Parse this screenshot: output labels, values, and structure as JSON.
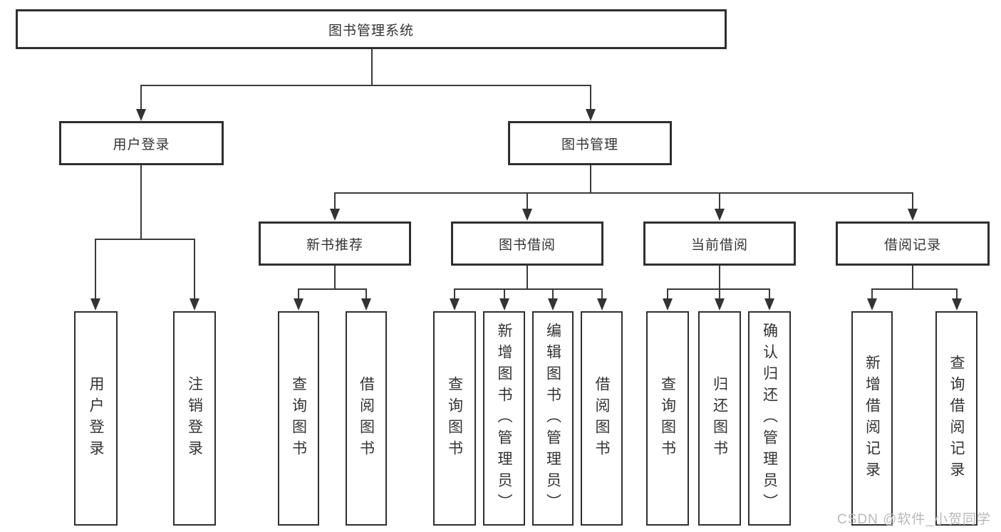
{
  "diagram": {
    "watermark": "CSDN @软件_小贺同学",
    "colors": {
      "line": "#3a3a3a",
      "box_border": "#2f2f2f",
      "box_fill": "#ffffff",
      "text": "#333333",
      "watermark": "#b9b9b9",
      "background": "#ffffff"
    },
    "nodes": {
      "root": {
        "label": "图书管理系统"
      },
      "user_login": {
        "label": "用户登录"
      },
      "book_management": {
        "label": "图书管理"
      },
      "new_book_recommend": {
        "label": "新书推荐"
      },
      "book_borrow": {
        "label": "图书借阅"
      },
      "current_borrow": {
        "label": "当前借阅"
      },
      "borrow_records": {
        "label": "借阅记录"
      },
      "user_login_action": {
        "label": "用户登录"
      },
      "logout_action": {
        "label": "注销登录"
      },
      "rec_query_book": {
        "label": "查询图书"
      },
      "rec_borrow_book": {
        "label": "借阅图书"
      },
      "bb_query_book": {
        "label": "查询图书"
      },
      "bb_add_book": {
        "label": "新增图书（管理员）"
      },
      "bb_edit_book": {
        "label": "编辑图书（管理员）"
      },
      "bb_borrow_book": {
        "label": "借阅图书"
      },
      "cb_query_book": {
        "label": "查询图书"
      },
      "cb_return_book": {
        "label": "归还图书"
      },
      "cb_confirm_return": {
        "label": "确认归还（管理员）"
      },
      "br_add_record": {
        "label": "新增借阅记录"
      },
      "br_query_record": {
        "label": "查询借阅记录"
      }
    },
    "hierarchy": {
      "root": [
        "user_login",
        "book_management"
      ],
      "user_login": [
        "user_login_action",
        "logout_action"
      ],
      "book_management": [
        "new_book_recommend",
        "book_borrow",
        "current_borrow",
        "borrow_records"
      ],
      "new_book_recommend": [
        "rec_query_book",
        "rec_borrow_book"
      ],
      "book_borrow": [
        "bb_query_book",
        "bb_add_book",
        "bb_edit_book",
        "bb_borrow_book"
      ],
      "current_borrow": [
        "cb_query_book",
        "cb_return_book",
        "cb_confirm_return"
      ],
      "borrow_records": [
        "br_add_record",
        "br_query_record"
      ]
    }
  }
}
